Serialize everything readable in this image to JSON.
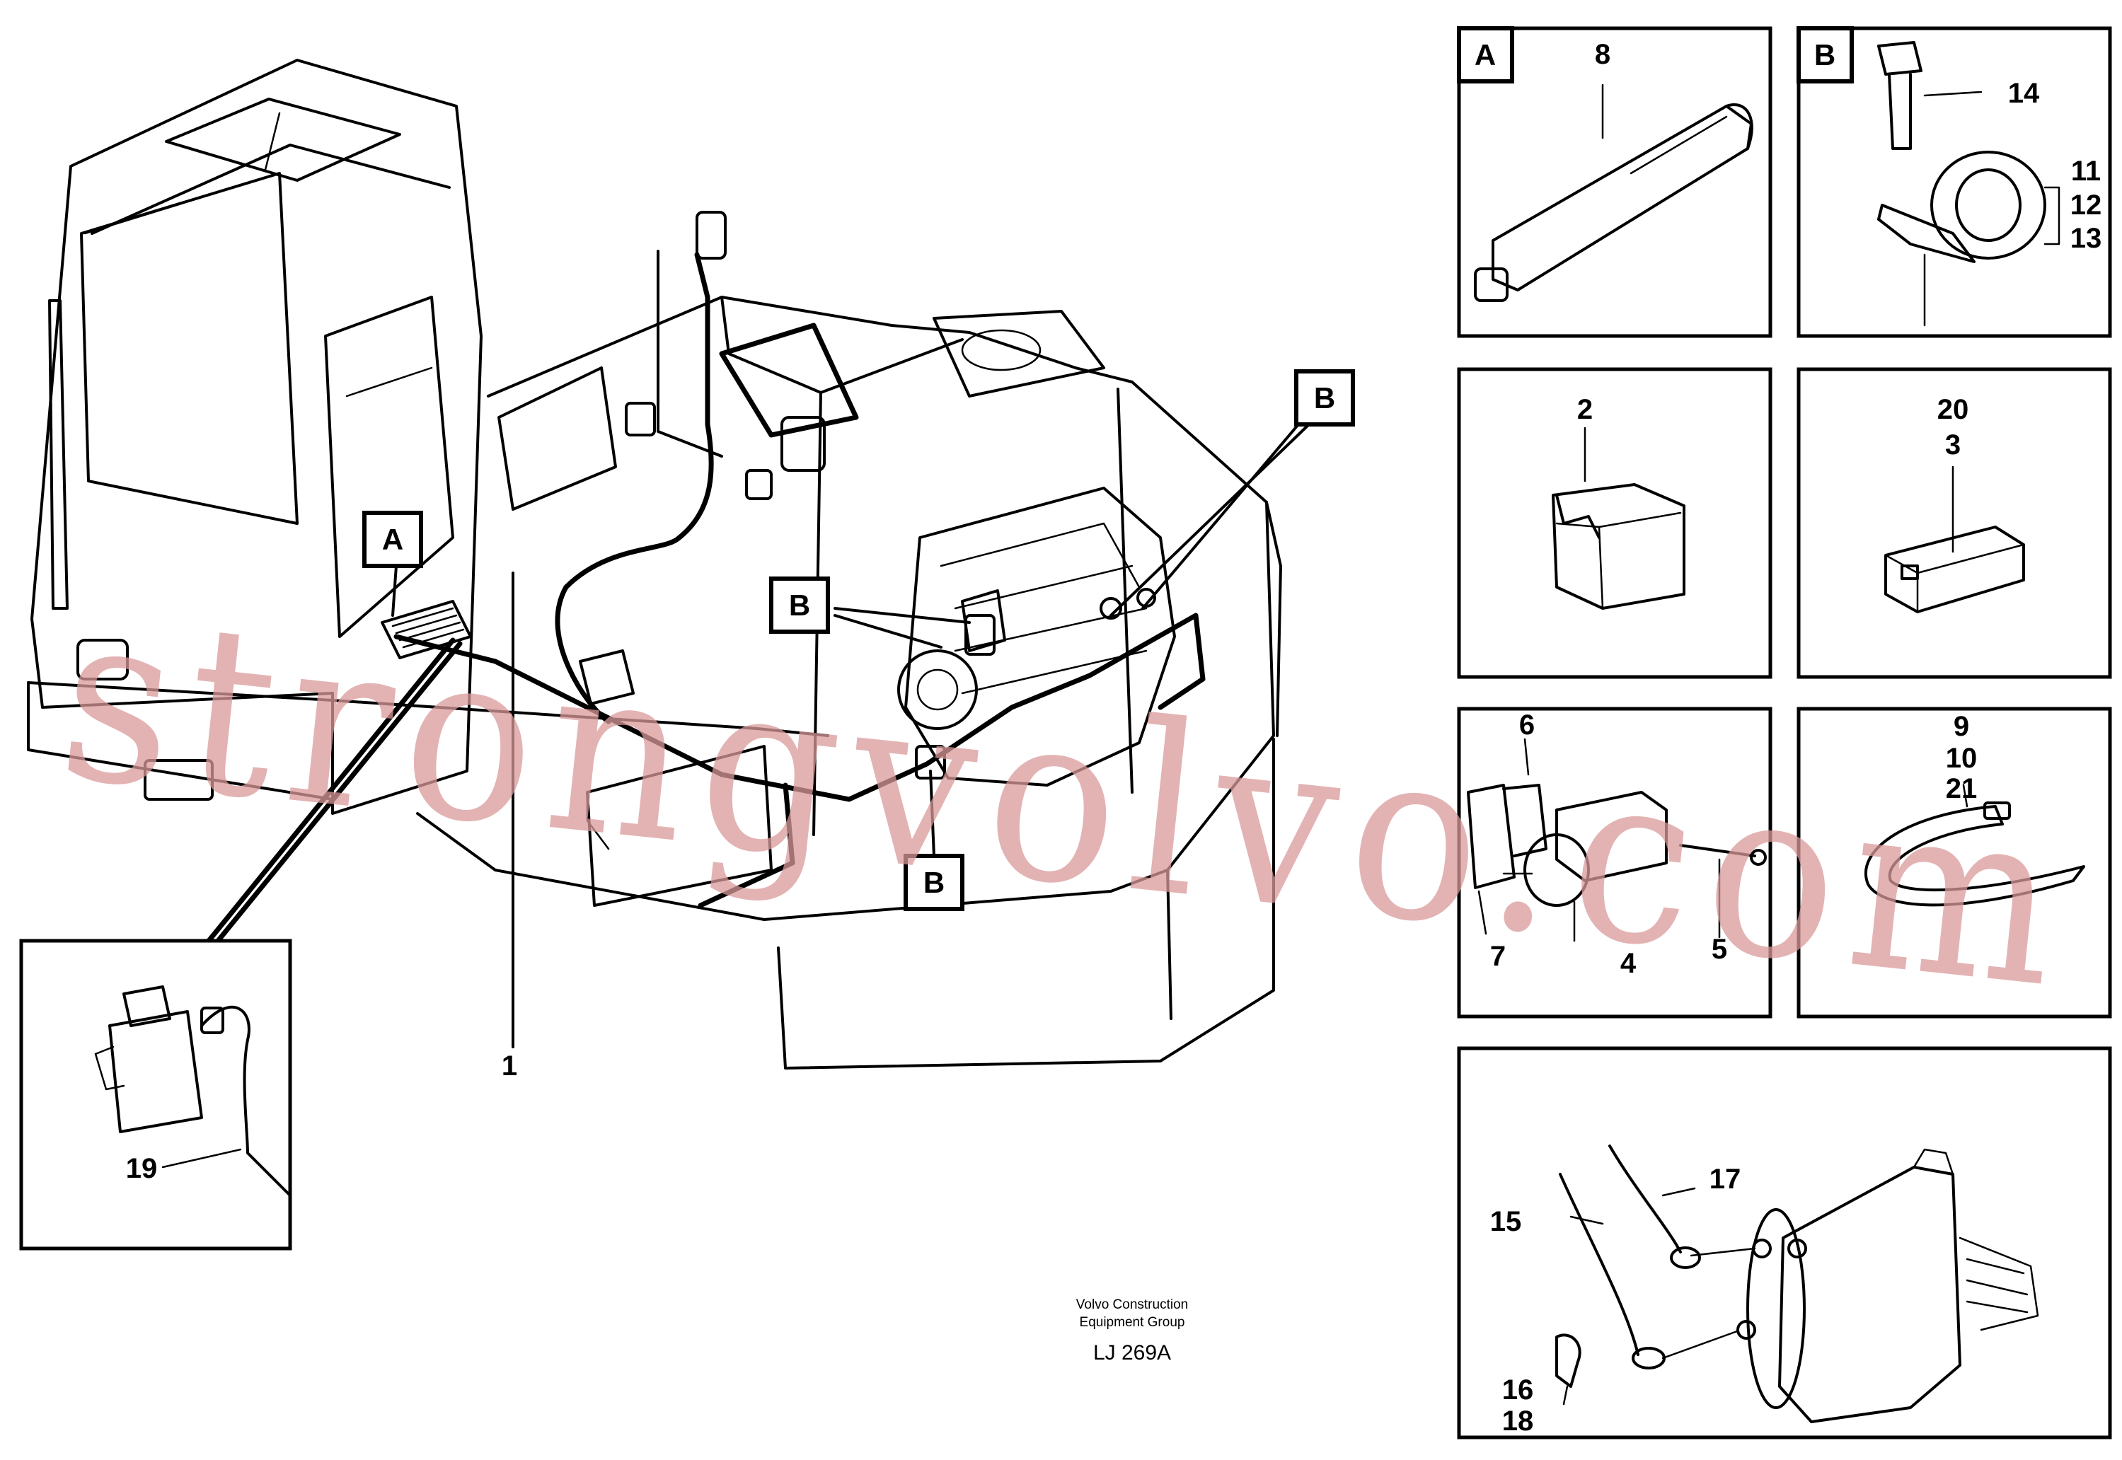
{
  "watermark": "strongvolvo.com",
  "footer": {
    "line1": "Volvo Construction",
    "line2": "Equipment Group",
    "code": "LJ 269A"
  },
  "callouts": {
    "a_main": "A",
    "b_top": "B",
    "b_mid": "B",
    "b_bottom": "B"
  },
  "main_labels": {
    "harness": "1",
    "tank": "19"
  },
  "panels": {
    "a": {
      "tag": "A",
      "parts": [
        "8"
      ]
    },
    "b": {
      "tag": "B",
      "parts": [
        "14",
        "11",
        "12",
        "13"
      ]
    },
    "p2": {
      "parts": [
        "2"
      ]
    },
    "p3": {
      "parts": [
        "20",
        "3"
      ]
    },
    "p4": {
      "parts": [
        "6",
        "7",
        "4",
        "5"
      ]
    },
    "p5": {
      "parts": [
        "9",
        "10",
        "21"
      ]
    },
    "p6": {
      "parts": [
        "17",
        "15",
        "16",
        "18"
      ]
    }
  }
}
